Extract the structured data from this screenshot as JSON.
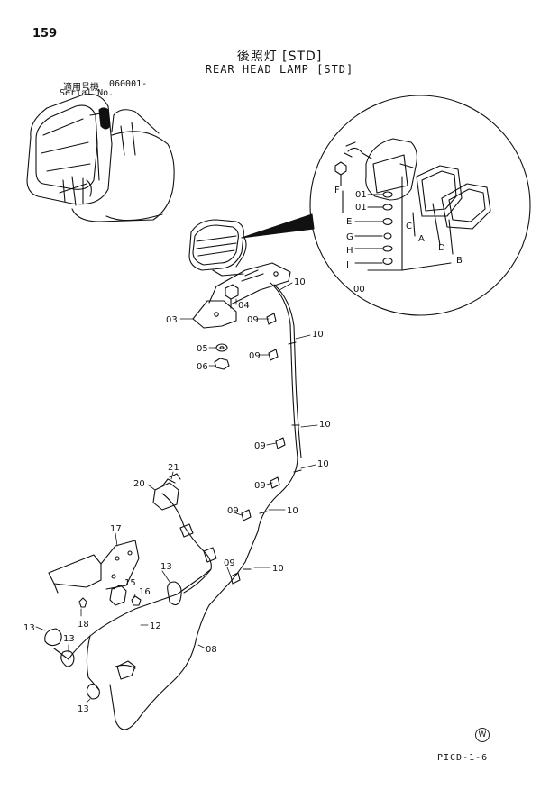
{
  "page": {
    "number": "159",
    "title_jp": "後照灯 [STD]",
    "title_en": "REAR HEAD LAMP [STD]",
    "serial_label_jp": "適用号機",
    "serial_value": "060001-",
    "serial_label_en": "Serial No.",
    "footer_code": "PICD-1-6",
    "maker_mark": "W"
  },
  "callouts": {
    "p00": "00",
    "p01a": "01",
    "p01b": "01",
    "pE": "E",
    "pF": "F",
    "pG": "G",
    "pH": "H",
    "pI": "I",
    "pA": "A",
    "pB": "B",
    "pC": "C",
    "pD": "D",
    "p03": "03",
    "p04": "04",
    "p05": "05",
    "p06": "06",
    "p08": "08",
    "p09a": "09",
    "p09b": "09",
    "p09c": "09",
    "p09d": "09",
    "p09e": "09",
    "p09f": "09",
    "p10a": "10",
    "p10b": "10",
    "p10c": "10",
    "p10d": "10",
    "p10e": "10",
    "p10f": "10",
    "p12": "12",
    "p13a": "13",
    "p13b": "13",
    "p13c": "13",
    "p13d": "13",
    "p15": "15",
    "p16": "16",
    "p17": "17",
    "p18": "18",
    "p20": "20",
    "p21": "21"
  }
}
